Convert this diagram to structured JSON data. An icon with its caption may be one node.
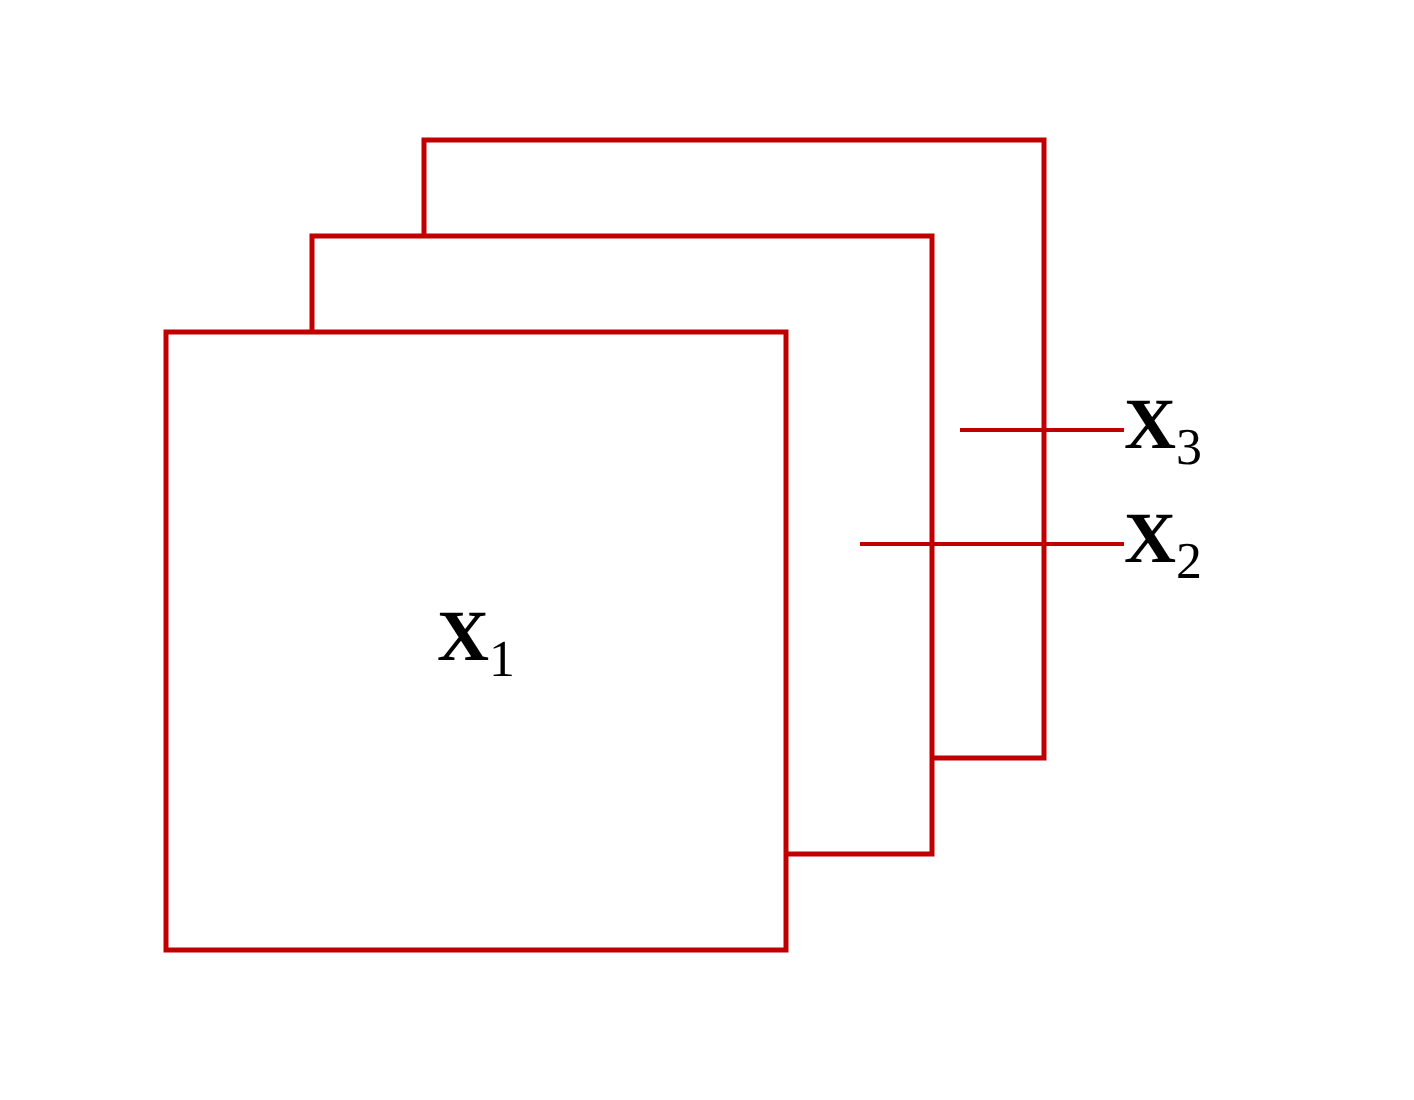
{
  "diagram": {
    "nodes": [
      {
        "text": [],
        "shape": "box"
      },
      {
        "text": [],
        "shape": "box"
      },
      {
        "text": [
          "**X**$_{1}$"
        ]
      },
      {
        "text": [
          "**X**$_{3}$"
        ]
      },
      {
        "text": [
          "**X**$_{2}$"
        ]
      }
    ],
    "edges": [
      {
        "from": 3,
        "to": 0,
        "arrow": "none"
      },
      {
        "from": 4,
        "to": 1,
        "arrow": "none"
      }
    ]
  }
}
